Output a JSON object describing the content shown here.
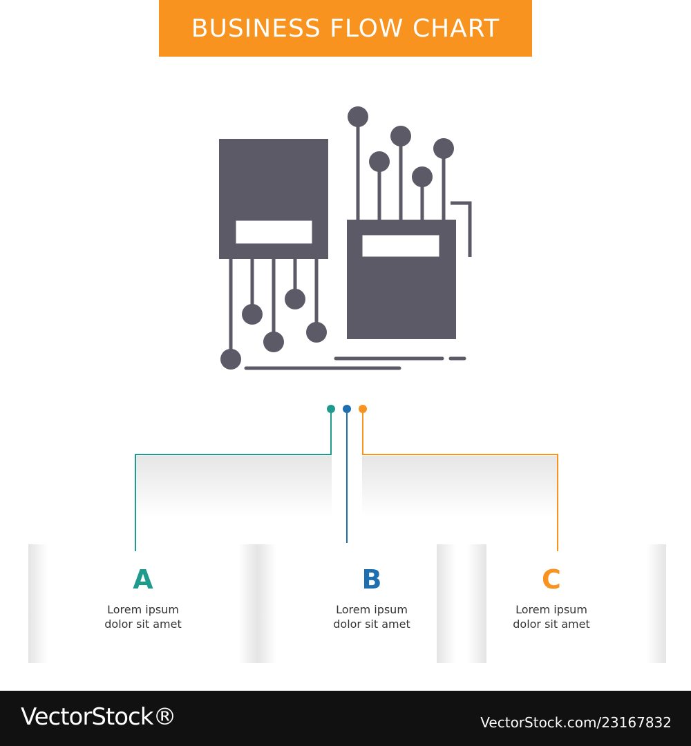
{
  "header": {
    "title": "BUSINESS FLOW CHART"
  },
  "hero": {
    "icon": "data-cables-circuit-icon"
  },
  "colors": {
    "banner": "#f7931e",
    "icon": "#5c5a66",
    "a": "#1f9a8c",
    "b": "#1e6fb0",
    "c": "#f7931e"
  },
  "cards": [
    {
      "letter": "A",
      "line1": "Lorem ipsum",
      "line2": "dolor sit amet"
    },
    {
      "letter": "B",
      "line1": "Lorem ipsum",
      "line2": "dolor sit amet"
    },
    {
      "letter": "C",
      "line1": "Lorem ipsum",
      "line2": "dolor sit amet"
    }
  ],
  "footer": {
    "brand": "VectorStock®",
    "image_id": "VectorStock.com/23167832"
  }
}
